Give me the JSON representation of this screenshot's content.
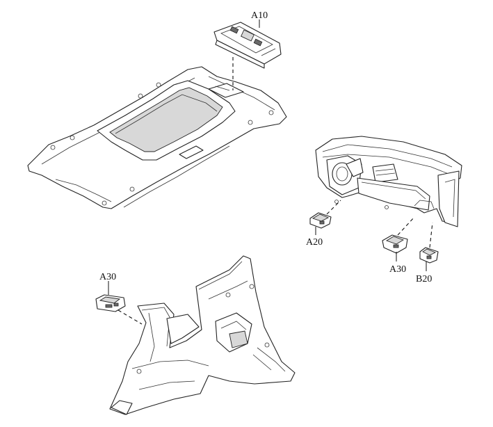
{
  "callouts": {
    "headliner_lamp": "A10",
    "dash_left_connector": "A20",
    "dash_right_connector": "A30",
    "dash_far_right_connector": "B20",
    "quarter_trim_connector": "A30"
  }
}
